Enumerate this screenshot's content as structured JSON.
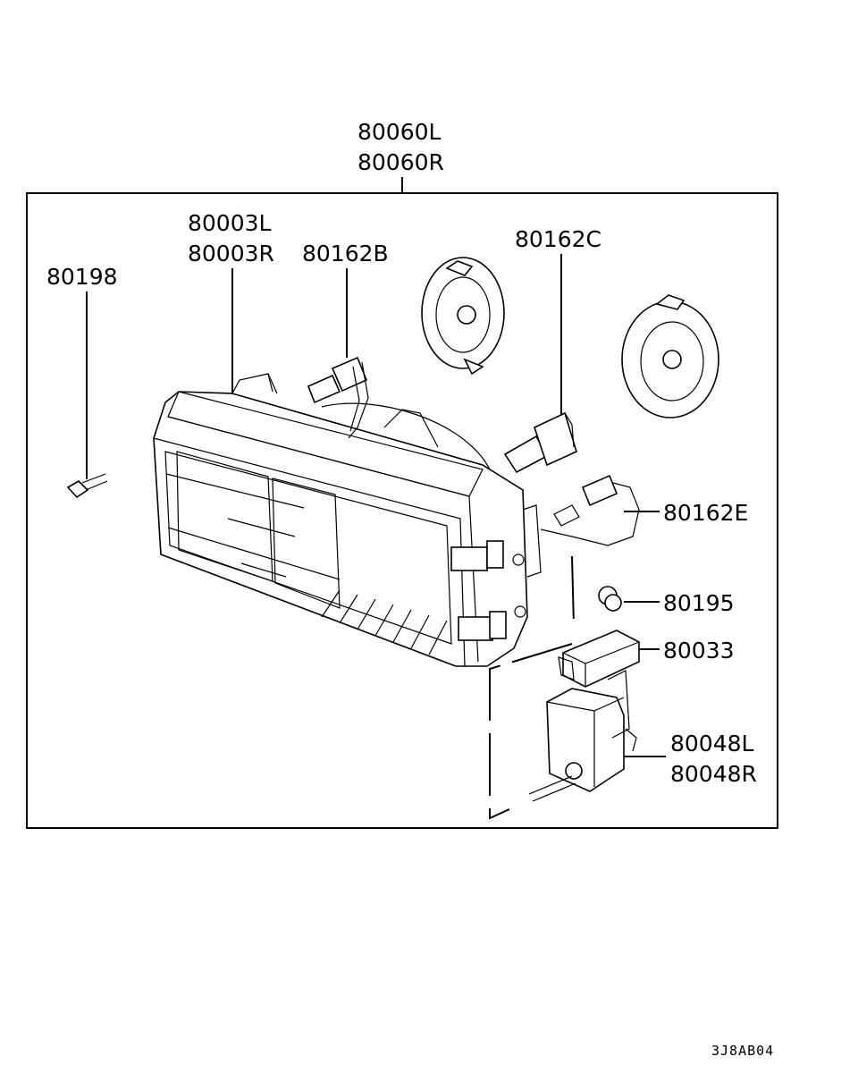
{
  "assembly": {
    "labels": [
      "80060L",
      "80060R"
    ]
  },
  "parts": {
    "p80003": [
      "80003L",
      "80003R"
    ],
    "p80162B": "80162B",
    "p80162C": "80162C",
    "p80198": "80198",
    "p80162E": "80162E",
    "p80195": "80195",
    "p80033": "80033",
    "p80048": [
      "80048L",
      "80048R"
    ]
  },
  "diagram_code": "3J8AB04"
}
